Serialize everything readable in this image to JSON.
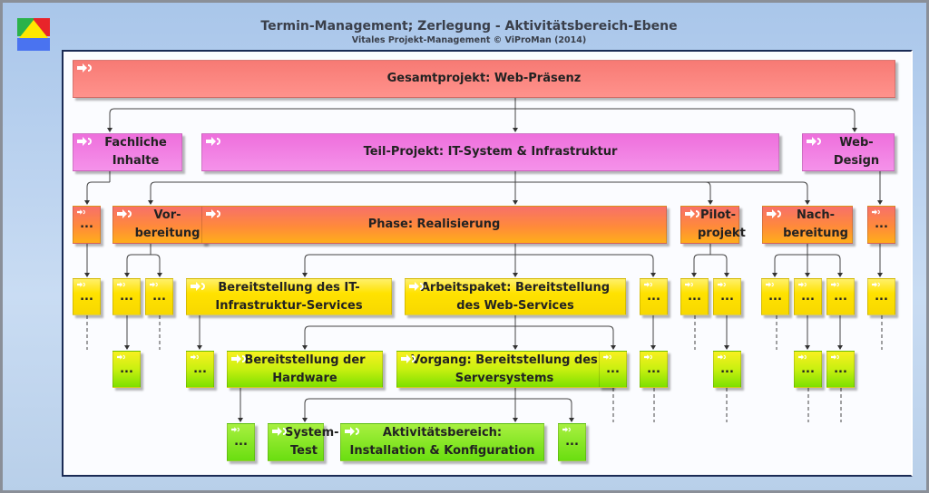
{
  "header": {
    "title": "Termin-Management; Zerlegung - Aktivitätsbereich-Ebene",
    "subtitle": "Vitales Projekt-Management © ViProMan  (2014)"
  },
  "nodes": {
    "gesamt": "Gesamtprojekt: Web-Präsenz",
    "fachliche": "Fachliche Inhalte",
    "teil": "Teil-Projekt: IT-System & Infrastruktur",
    "webdesign": "Web- Design",
    "vorbereitung": "Vor- bereitung",
    "phase": "Phase: Realisierung",
    "pilot": "Pilot- projekt",
    "nachbereitung": "Nach- bereitung",
    "bit": "Bereitstellung des IT-Infrastruktur-Services",
    "arbeitspaket": "Arbeitspaket: Bereitstellung des Web-Services",
    "hardware": "Bereitstellung der Hardware",
    "vorgang": "Vorgang: Bereitstellung des Serversystems",
    "systemtest": "System- Test",
    "aktivitaet": "Aktivitätsbereich: Installation & Konfiguration",
    "ellipsis": "..."
  }
}
